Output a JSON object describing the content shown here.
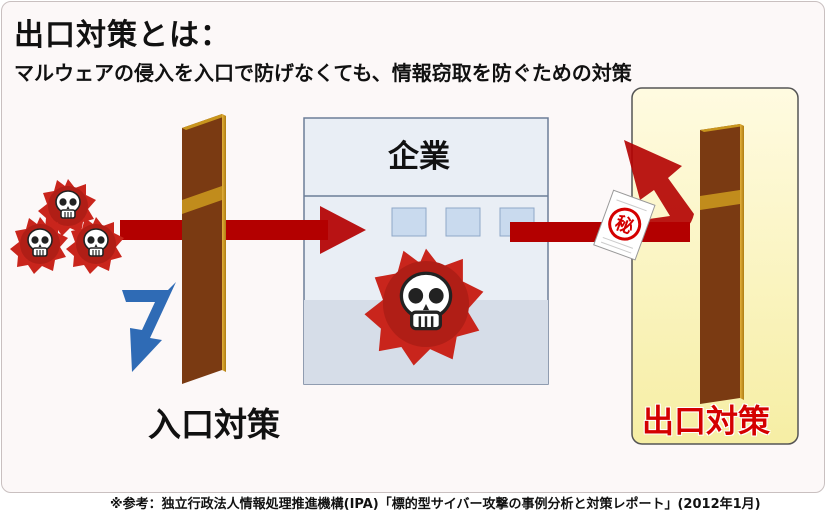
{
  "title": "出口対策とは：",
  "subtitle": "マルウェアの侵入を入口で防げなくても、情報窃取を防ぐための対策",
  "corporate_label": "企業",
  "entry_label": "入口対策",
  "exit_label": "出口対策",
  "secret_mark": "秘",
  "footnote": "※参考：独立行政法人情報処理推進機構(IPA)「標的型サイバー攻撃の事例分析と対策レポート」(2012年1月)",
  "colors": {
    "arrow_red": "#b30000",
    "arrow_blue": "#2f6bb5",
    "wall_brown": "#7a3a12",
    "wall_gold": "#c9961e",
    "exit_red": "#d40000",
    "exit_highlight": "#fbf3b6",
    "virus_red": "#c9251c"
  },
  "icons": [
    "skull-virus-icon",
    "secret-document-icon",
    "wall-icon"
  ]
}
